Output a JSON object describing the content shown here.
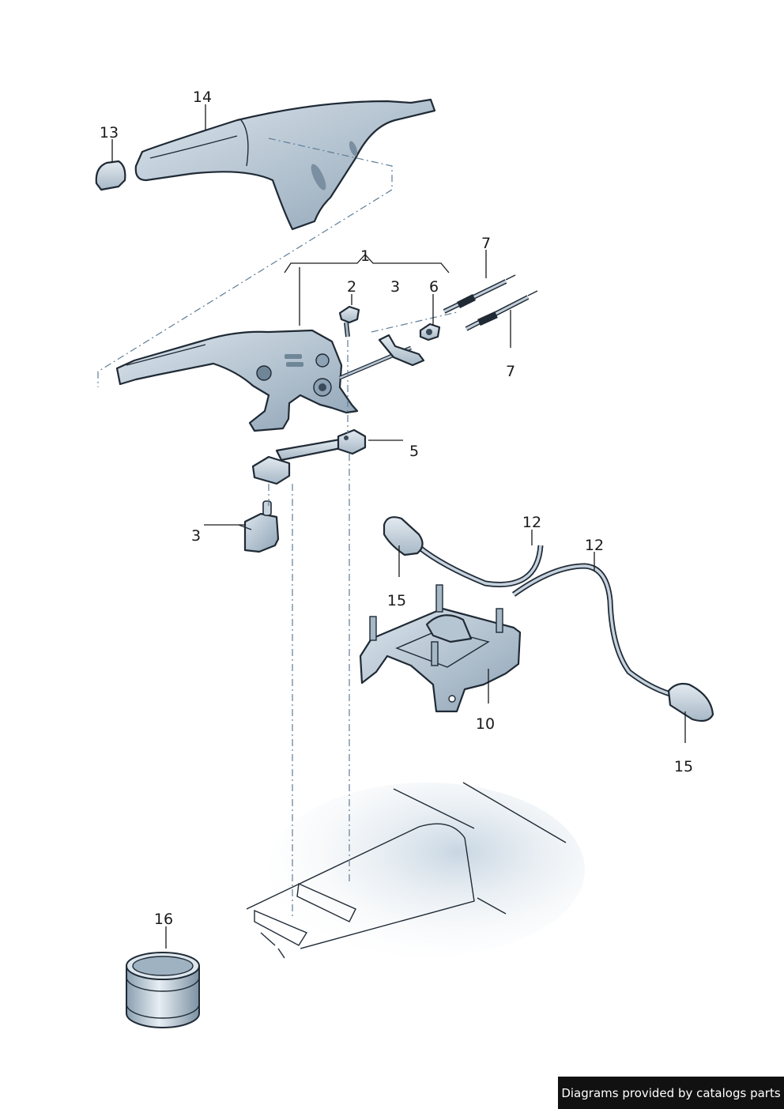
{
  "parts": {
    "p1": "1",
    "p2": "2",
    "p3a": "3",
    "p3b": "3",
    "p5": "5",
    "p6": "6",
    "p7a": "7",
    "p7b": "7",
    "p10": "10",
    "p12a": "12",
    "p12b": "12",
    "p13": "13",
    "p14": "14",
    "p15a": "15",
    "p15b": "15",
    "p16": "16"
  },
  "colors": {
    "part_fill": "#c9d5df",
    "part_shade": "#94a8b8",
    "dash": "#5f7d96"
  },
  "footer": {
    "text": "Diagrams provided by catalogs parts"
  }
}
